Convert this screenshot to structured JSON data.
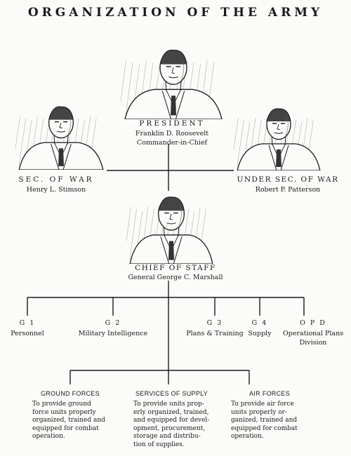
{
  "title": "ORGANIZATION OF THE ARMY",
  "president": {
    "role": "PRESIDENT",
    "name": "Franklin D. Roosevelt",
    "subtitle": "Commander-in-Chief",
    "portrait_icon": "portrait-sketch-icon"
  },
  "sec_war": {
    "role": "SEC. OF WAR",
    "name": "Henry L. Stimson",
    "portrait_icon": "portrait-sketch-icon"
  },
  "under_sec": {
    "role": "UNDER SEC. OF WAR",
    "name": "Robert P. Patterson",
    "portrait_icon": "portrait-sketch-icon"
  },
  "chief": {
    "role": "CHIEF OF STAFF",
    "name": "General George C. Marshall",
    "portrait_icon": "portrait-sketch-icon"
  },
  "staff": [
    {
      "code": "G 1",
      "desc": "Personnel"
    },
    {
      "code": "G 2",
      "desc": "Military Intelligence"
    },
    {
      "code": "G 3",
      "desc": "Plans & Training"
    },
    {
      "code": "G 4",
      "desc": "Supply"
    },
    {
      "code": "O P D",
      "desc": "Operational Plans",
      "desc2": "Division"
    }
  ],
  "forces": [
    {
      "title": "GROUND FORCES",
      "lines": [
        "To provide ground",
        "force units properly",
        "organized, trained and",
        "equipped for combat",
        "operation."
      ]
    },
    {
      "title": "SERVICES OF SUPPLY",
      "lines": [
        "To provide units prop-",
        "erly organized, trained,",
        "and equipped for devel-",
        "opment, procurement,",
        "storage and distribu-",
        "tion of supplies."
      ]
    },
    {
      "title": "AIR FORCES",
      "lines": [
        "To provide air force",
        "units properly or-",
        "ganized, trained and",
        "equipped for combat",
        "operation."
      ]
    }
  ],
  "colors": {
    "ink": "#1a1a1a",
    "paper": "#fbfbf9"
  }
}
